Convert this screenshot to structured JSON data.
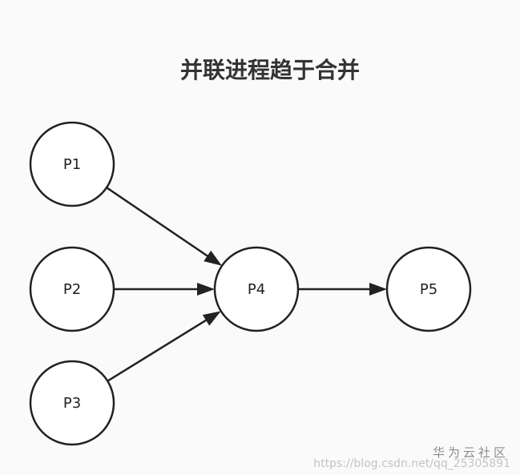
{
  "title": "并联进程趋于合并",
  "nodes": [
    {
      "id": "P1",
      "label": "P1"
    },
    {
      "id": "P2",
      "label": "P2"
    },
    {
      "id": "P3",
      "label": "P3"
    },
    {
      "id": "P4",
      "label": "P4"
    },
    {
      "id": "P5",
      "label": "P5"
    }
  ],
  "edges": [
    {
      "from": "P1",
      "to": "P4"
    },
    {
      "from": "P2",
      "to": "P4"
    },
    {
      "from": "P3",
      "to": "P4"
    },
    {
      "from": "P4",
      "to": "P5"
    }
  ],
  "colors": {
    "stroke": "#222222",
    "background": "#fafafa",
    "title": "#333333"
  },
  "watermark": {
    "brand": "华为云社区",
    "url": "https://blog.csdn.net/qq_25305891"
  }
}
